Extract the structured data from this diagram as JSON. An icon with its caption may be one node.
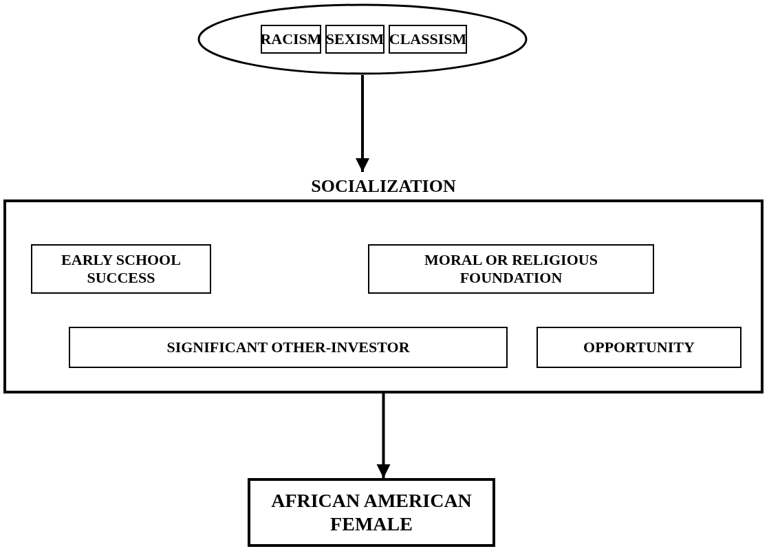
{
  "diagram": {
    "nodes": [
      {
        "text": [],
        "shape": "ellipse"
      },
      {
        "text": [
          "RACISM"
        ],
        "in": 0
      },
      {
        "text": [
          "SEXISM"
        ],
        "in": 0
      },
      {
        "text": [
          "CLASSISM"
        ],
        "in": 0
      },
      {
        "text": [
          "SOCIALIZATION"
        ]
      },
      {
        "text": [
          "EARLY SCHOOL SUCCESS"
        ],
        "in": 4
      },
      {
        "text": [
          "MORAL OR RELIGIOUS FOUNDATION"
        ],
        "in": 4
      },
      {
        "text": [
          "SIGNIFICANT OTHER-INVESTOR"
        ],
        "in": 4
      },
      {
        "text": [
          "OPPORTUNITY"
        ],
        "in": 4
      },
      {
        "text": [
          "AFRICAN AMERICAN FEMALE"
        ]
      }
    ],
    "edges": [
      {
        "from": 0,
        "to": 4,
        "arrow": "to"
      },
      {
        "from": 4,
        "to": 9,
        "arrow": "to"
      }
    ]
  }
}
